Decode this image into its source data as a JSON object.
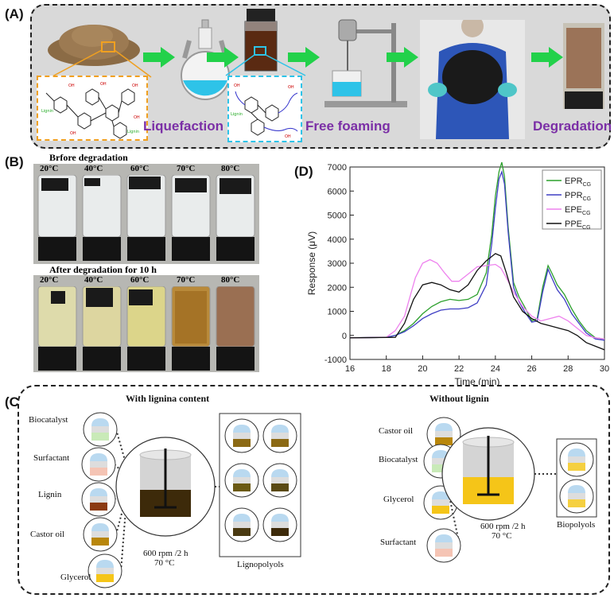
{
  "panel_labels": {
    "a": "(A)",
    "b": "(B)",
    "c": "(C)",
    "d": "(D)"
  },
  "panelA": {
    "steps": [
      "Liquefaction",
      "Free foaming",
      "Degradation"
    ]
  },
  "panelB": {
    "before_title": "Brfore degradation",
    "after_title": "After degradation for 10 h",
    "temps": [
      "20°C",
      "40°C",
      "60°C",
      "70°C",
      "80°C"
    ]
  },
  "panelC": {
    "left_title": "With lignina content",
    "right_title": "Without lignin",
    "left_components": [
      "Biocatalyst",
      "Surfactant",
      "Lignin",
      "Castor oil",
      "Glycerol"
    ],
    "right_components": [
      "Castor oil",
      "Biocatalyst",
      "Glycerol",
      "Surfactant"
    ],
    "left_conditions": [
      "600 rpm /2 h",
      "70 °C"
    ],
    "right_conditions": [
      "600 rpm /2 h",
      "70 °C"
    ],
    "left_product": "Lignopolyols",
    "right_product": "Biopolyols",
    "colors": {
      "Biocatalyst": "#c9eab8",
      "Surfactant": "#f5c4b4",
      "Lignin": "#8b3a12",
      "Castor oil": "#b8860b",
      "Glycerol": "#f5c518",
      "cap": "#b9d9f0"
    }
  },
  "chart_data": {
    "type": "line",
    "xlabel": "Time (min)",
    "ylabel": "Response (μV)",
    "xlim": [
      16,
      30
    ],
    "ylim": [
      -1000,
      7000
    ],
    "xticks": [
      "16",
      "18",
      "20",
      "22",
      "24",
      "26",
      "28",
      "30"
    ],
    "yticks": [
      "-1000",
      "0",
      "1000",
      "2000",
      "3000",
      "4000",
      "5000",
      "6000",
      "7000"
    ],
    "legend_position": "top-right",
    "series": [
      {
        "name": "EPR",
        "sub": "CG",
        "color": "#2ca02c",
        "x": [
          16,
          18,
          18.5,
          19,
          19.5,
          20,
          20.5,
          21,
          21.5,
          22,
          22.5,
          23,
          23.5,
          23.8,
          24,
          24.2,
          24.35,
          24.5,
          24.7,
          25,
          25.3,
          25.6,
          26,
          26.3,
          26.6,
          26.9,
          27.1,
          27.4,
          27.8,
          28.2,
          28.6,
          29,
          29.5,
          30
        ],
        "y": [
          -100,
          -80,
          0,
          200,
          500,
          900,
          1200,
          1400,
          1500,
          1450,
          1500,
          1700,
          2600,
          4200,
          5800,
          6800,
          7200,
          6600,
          4500,
          2200,
          1600,
          1200,
          600,
          700,
          2000,
          2900,
          2600,
          2100,
          1700,
          1100,
          600,
          200,
          -100,
          -150
        ]
      },
      {
        "name": "PPR",
        "sub": "CG",
        "color": "#3f3fc4",
        "x": [
          16,
          18,
          18.5,
          19,
          19.5,
          20,
          20.5,
          21,
          21.5,
          22,
          22.5,
          23,
          23.5,
          23.8,
          24,
          24.2,
          24.35,
          24.5,
          24.7,
          25,
          25.3,
          25.6,
          26,
          26.3,
          26.6,
          26.9,
          27.1,
          27.4,
          27.8,
          28.2,
          28.6,
          29,
          29.5,
          30
        ],
        "y": [
          -100,
          -80,
          0,
          150,
          400,
          700,
          900,
          1050,
          1100,
          1100,
          1150,
          1350,
          2100,
          3800,
          5300,
          6500,
          6800,
          6300,
          4300,
          2000,
          1400,
          1000,
          550,
          600,
          1800,
          2750,
          2400,
          1900,
          1500,
          900,
          500,
          100,
          -150,
          -200
        ]
      },
      {
        "name": "EPE",
        "sub": "CG",
        "color": "#ee82ee",
        "x": [
          16,
          18,
          18.5,
          19,
          19.3,
          19.6,
          20,
          20.4,
          20.8,
          21.2,
          21.6,
          22,
          22.5,
          23,
          23.5,
          24,
          24.3,
          24.6,
          25,
          25.5,
          26,
          26.5,
          27,
          27.5,
          28,
          28.5,
          29,
          29.5,
          30
        ],
        "y": [
          -100,
          -80,
          200,
          800,
          1600,
          2400,
          3000,
          3150,
          3000,
          2600,
          2250,
          2250,
          2550,
          2850,
          2900,
          2950,
          2800,
          2400,
          1800,
          1200,
          800,
          600,
          700,
          800,
          600,
          300,
          0,
          -100,
          -150
        ]
      },
      {
        "name": "PPE",
        "sub": "CG",
        "color": "#111111",
        "x": [
          16,
          18.5,
          19,
          19.5,
          20,
          20.5,
          21,
          21.5,
          22,
          22.5,
          23,
          23.5,
          24,
          24.3,
          24.6,
          25,
          25.5,
          26,
          26.5,
          27,
          27.5,
          28,
          28.5,
          29,
          29.5,
          30
        ],
        "y": [
          -100,
          -80,
          500,
          1500,
          2100,
          2200,
          2100,
          1900,
          1800,
          2100,
          2700,
          3100,
          3400,
          3300,
          2600,
          1600,
          1000,
          700,
          500,
          400,
          300,
          200,
          0,
          -300,
          -450,
          -600
        ]
      }
    ]
  }
}
